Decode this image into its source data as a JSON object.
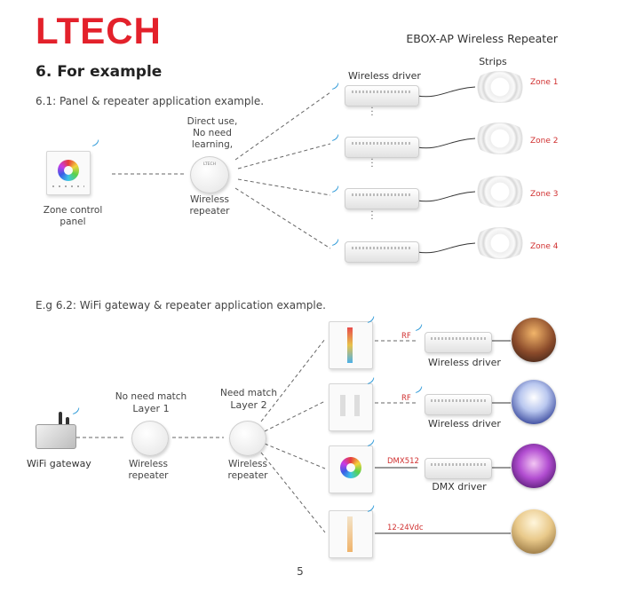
{
  "header": {
    "logo_text": "LTECH",
    "doc_title": "EBOX-AP  Wireless Repeater",
    "brand_color": "#e3212b"
  },
  "section": {
    "title": "6.  For example"
  },
  "example1": {
    "subtitle": "6.1: Panel & repeater application example.",
    "panel_label_line1": "Zone control",
    "panel_label_line2": "panel",
    "direct_use_line1": "Direct use,",
    "direct_use_line2": "No need",
    "direct_use_line3": "learning,",
    "repeater_label_line1": "Wireless",
    "repeater_label_line2": "repeater",
    "repeater_brand": "LTECH",
    "driver_header": "Wireless driver",
    "strips_header": "Strips",
    "zones": [
      "Zone 1",
      "Zone 2",
      "Zone 3",
      "Zone 4"
    ]
  },
  "example2": {
    "subtitle": "E.g 6.2: WiFi gateway & repeater application example.",
    "gateway_label": "WiFi gateway",
    "layer1_line1": "No need match",
    "layer1_line2": "Layer 1",
    "layer2_line1": "Need match",
    "layer2_line2": "Layer 2",
    "repeater_label_line1": "Wireless",
    "repeater_label_line2": "repeater",
    "links": [
      "RF",
      "RF",
      "DMX512",
      "12-24Vdc"
    ],
    "devices": [
      "Wireless driver",
      "Wireless driver",
      "DMX driver"
    ]
  },
  "icons": {
    "signal": "wifi-signal-icon",
    "link_color": "#d03030",
    "signal_color": "#2f9ad8"
  },
  "footer": {
    "page_number": "5"
  }
}
